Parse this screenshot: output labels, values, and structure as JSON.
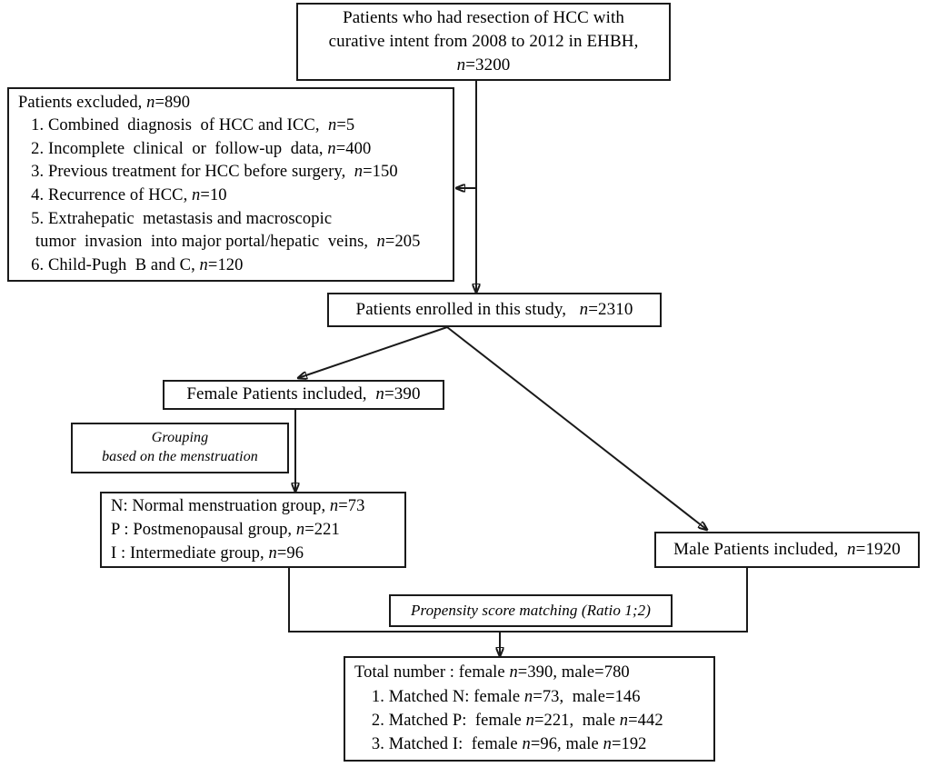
{
  "diagram": {
    "title": "Patient selection flow diagram",
    "stroke_color": "#1a1a1a",
    "background_color": "#ffffff",
    "nodes": {
      "top": {
        "name": "source-cohort",
        "lines": [
          "Patients who had resection of HCC with",
          "curative intent from 2008 to 2012 in EHBH,",
          "n=3200"
        ]
      },
      "excluded": {
        "name": "excluded-patients",
        "lines": [
          "Patients excluded, n=890",
          "   1. Combined  diagnosis  of HCC and ICC,  n=5",
          "   2. Incomplete  clinical  or  follow-up  data, n=400",
          "   3. Previous treatment for HCC before surgery,  n=150",
          "   4. Recurrence of HCC, n=10",
          "   5. Extrahepatic  metastasis and macroscopic",
          "    tumor  invasion  into major portal/hepatic  veins,  n=205",
          "   6. Child-Pugh  B and C, n=120"
        ]
      },
      "enrolled": {
        "name": "enrolled-patients",
        "lines": [
          "Patients enrolled in this study,   n=2310"
        ]
      },
      "female": {
        "name": "female-patients",
        "lines": [
          "Female Patients included,  n=390"
        ]
      },
      "grouping": {
        "name": "grouping-method",
        "lines": [
          "Grouping",
          "based on the menstruation"
        ]
      },
      "groups": {
        "name": "menstruation-groups",
        "lines": [
          "N: Normal menstruation group, n=73",
          "P : Postmenopausal group, n=221",
          "I : Intermediate group, n=96"
        ]
      },
      "male": {
        "name": "male-patients",
        "lines": [
          "Male Patients included,  n=1920"
        ]
      },
      "psm": {
        "name": "propensity-score-matching",
        "lines": [
          "Propensity score matching (Ratio 1;2)"
        ]
      },
      "total": {
        "name": "matched-totals",
        "lines": [
          "Total number : female n=390, male=780",
          "    1. Matched N: female n=73,  male=146",
          "    2. Matched P:  female n=221,  male n=442",
          "    3. Matched I:  female n=96, male n=192"
        ]
      }
    },
    "counts": {
      "source_total": 3200,
      "excluded_total": 890,
      "excluded_combined_hcc_icc": 5,
      "excluded_incomplete_data": 400,
      "excluded_previous_treatment": 150,
      "excluded_recurrence": 10,
      "excluded_metastasis_invasion": 205,
      "excluded_child_pugh_bc": 120,
      "enrolled": 2310,
      "female_included": 390,
      "male_included": 1920,
      "group_normal_menstruation": 73,
      "group_postmenopausal": 221,
      "group_intermediate": 96,
      "matched_female_total": 390,
      "matched_male_total": 780,
      "matched_n_female": 73,
      "matched_n_male": 146,
      "matched_p_female": 221,
      "matched_p_male": 442,
      "matched_i_female": 96,
      "matched_i_male": 192
    }
  }
}
